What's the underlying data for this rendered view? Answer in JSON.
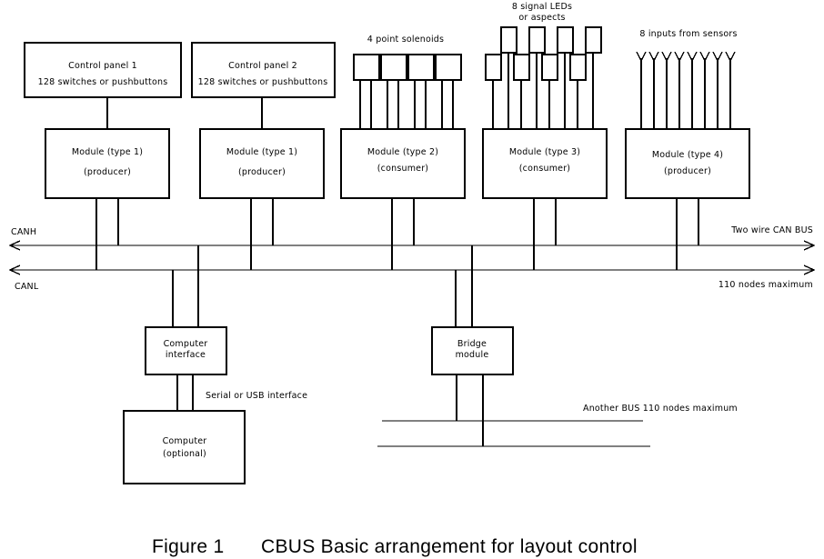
{
  "figure": {
    "caption_number": "Figure 1",
    "caption_text": "CBUS  Basic arrangement for layout control",
    "background_color": "#ffffff",
    "line_color": "#000000"
  },
  "panels": [
    {
      "id": "control-panel-1",
      "line1": "Control panel 1",
      "line2": "128 switches or pushbuttons"
    },
    {
      "id": "control-panel-2",
      "line1": "Control panel 2",
      "line2": "128 switches or pushbuttons"
    }
  ],
  "modules": [
    {
      "id": "module-type-1-a",
      "line1": "Module (type 1)",
      "line2": "(producer)"
    },
    {
      "id": "module-type-1-b",
      "line1": "Module (type 1)",
      "line2": "(producer)"
    },
    {
      "id": "module-type-2",
      "line1": "Module (type 2)",
      "line2": "(consumer)"
    },
    {
      "id": "module-type-3",
      "line1": "Module (type 3)",
      "line2": "(consumer)"
    },
    {
      "id": "module-type-4",
      "line1": "Module (type 4)",
      "line2": "(producer)"
    }
  ],
  "peripherals": {
    "solenoids": {
      "label": "4 point solenoids",
      "count": 4
    },
    "leds": {
      "label_line1": "8 signal LEDs",
      "label_line2": "or aspects",
      "count": 8
    },
    "sensors": {
      "label": "8 inputs from sensors",
      "count": 8
    }
  },
  "bus": {
    "canh_label": "CANH",
    "canl_label": "CANL",
    "right_label_top": "Two wire CAN BUS",
    "right_label_bottom": "110 nodes maximum"
  },
  "computer": {
    "interface_line1": "Computer",
    "interface_line2": "interface",
    "link_label": "Serial or USB interface",
    "box_line1": "Computer",
    "box_line2": "(optional)"
  },
  "bridge": {
    "line1": "Bridge",
    "line2": "module",
    "another_bus_label": "Another BUS 110 nodes maximum"
  }
}
